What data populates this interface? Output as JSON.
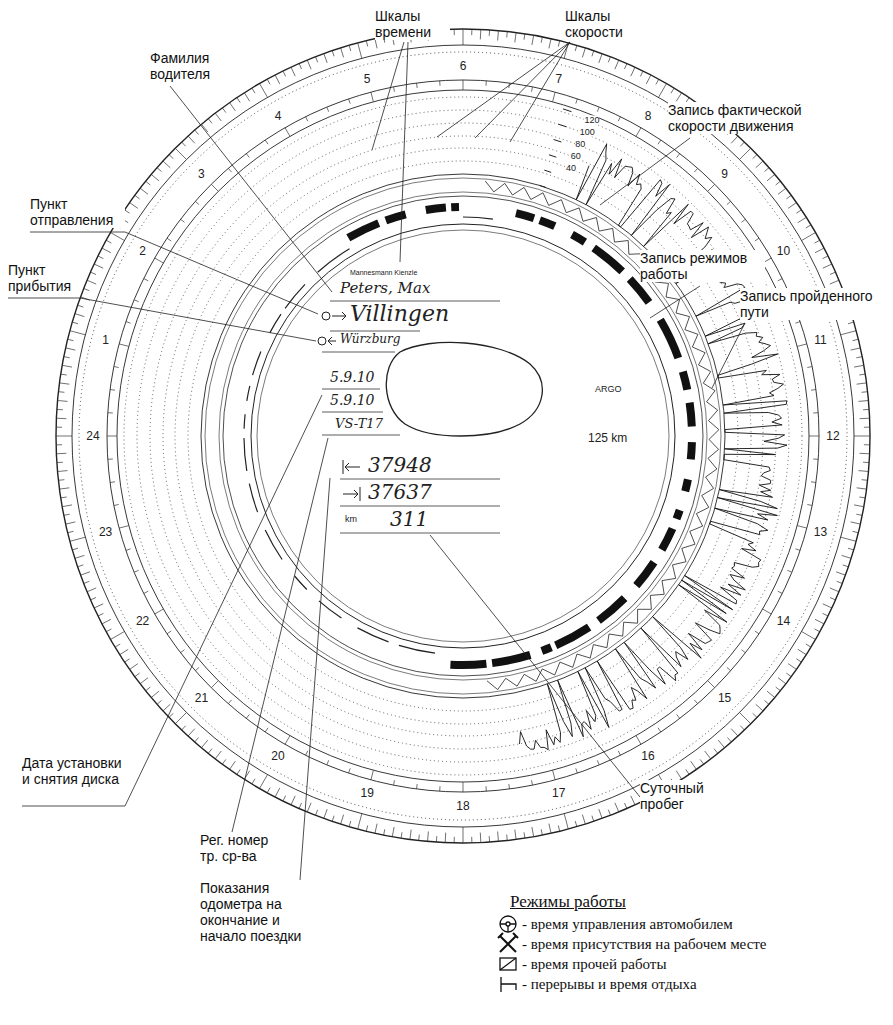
{
  "diagram": {
    "labels": [
      "Шкалы времени",
      "Шкалы скорости",
      "Фамилия водителя",
      "Запись фактической скорости движения",
      "Пункт отправления",
      "Пункт прибытия",
      "Запись режимов работы",
      "Запись пройденного пути",
      "Дата установки и снятия диска",
      "Суточный пробег",
      "Рег. номер тр. ср-ва",
      "Показания одометра на окончание и начало поездки",
      "Режимы работы",
      "Mannesmann Kienzle",
      "Peters, Max",
      "Villingen",
      "Würzburg",
      "5.9.10",
      "5.9.10",
      "VS-T17",
      "37948",
      "37637",
      "km",
      "311",
      "ARGO",
      "125 km",
      "1",
      "2",
      "3",
      "4",
      "5",
      "6",
      "7",
      "8",
      "9",
      "10",
      "11",
      "12",
      "13",
      "14",
      "15",
      "16",
      "17",
      "18",
      "19",
      "20",
      "21",
      "22",
      "23",
      "24",
      "40",
      "60",
      "80",
      "100",
      "120"
    ],
    "legend": [
      {
        "text": "- время управления автомобилем"
      },
      {
        "text": "- время присутствия на рабочем месте"
      },
      {
        "text": "- время прочей работы"
      },
      {
        "text": "- перерывы и время отдыха"
      }
    ]
  }
}
